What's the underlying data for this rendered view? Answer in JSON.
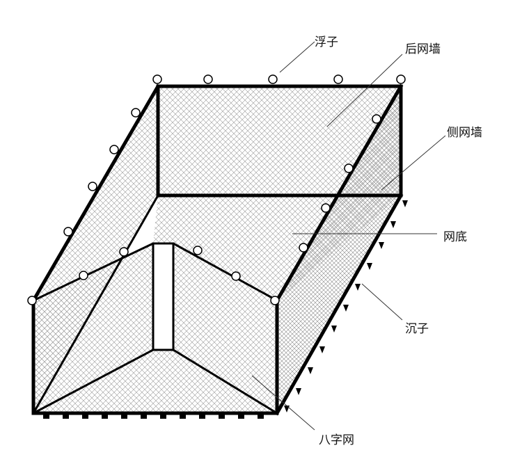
{
  "labels": {
    "float": "浮子",
    "back_wall": "后网墙",
    "side_wall": "侧网墙",
    "net_bottom": "网底",
    "sinker": "沉子",
    "v_net": "八字网"
  }
}
